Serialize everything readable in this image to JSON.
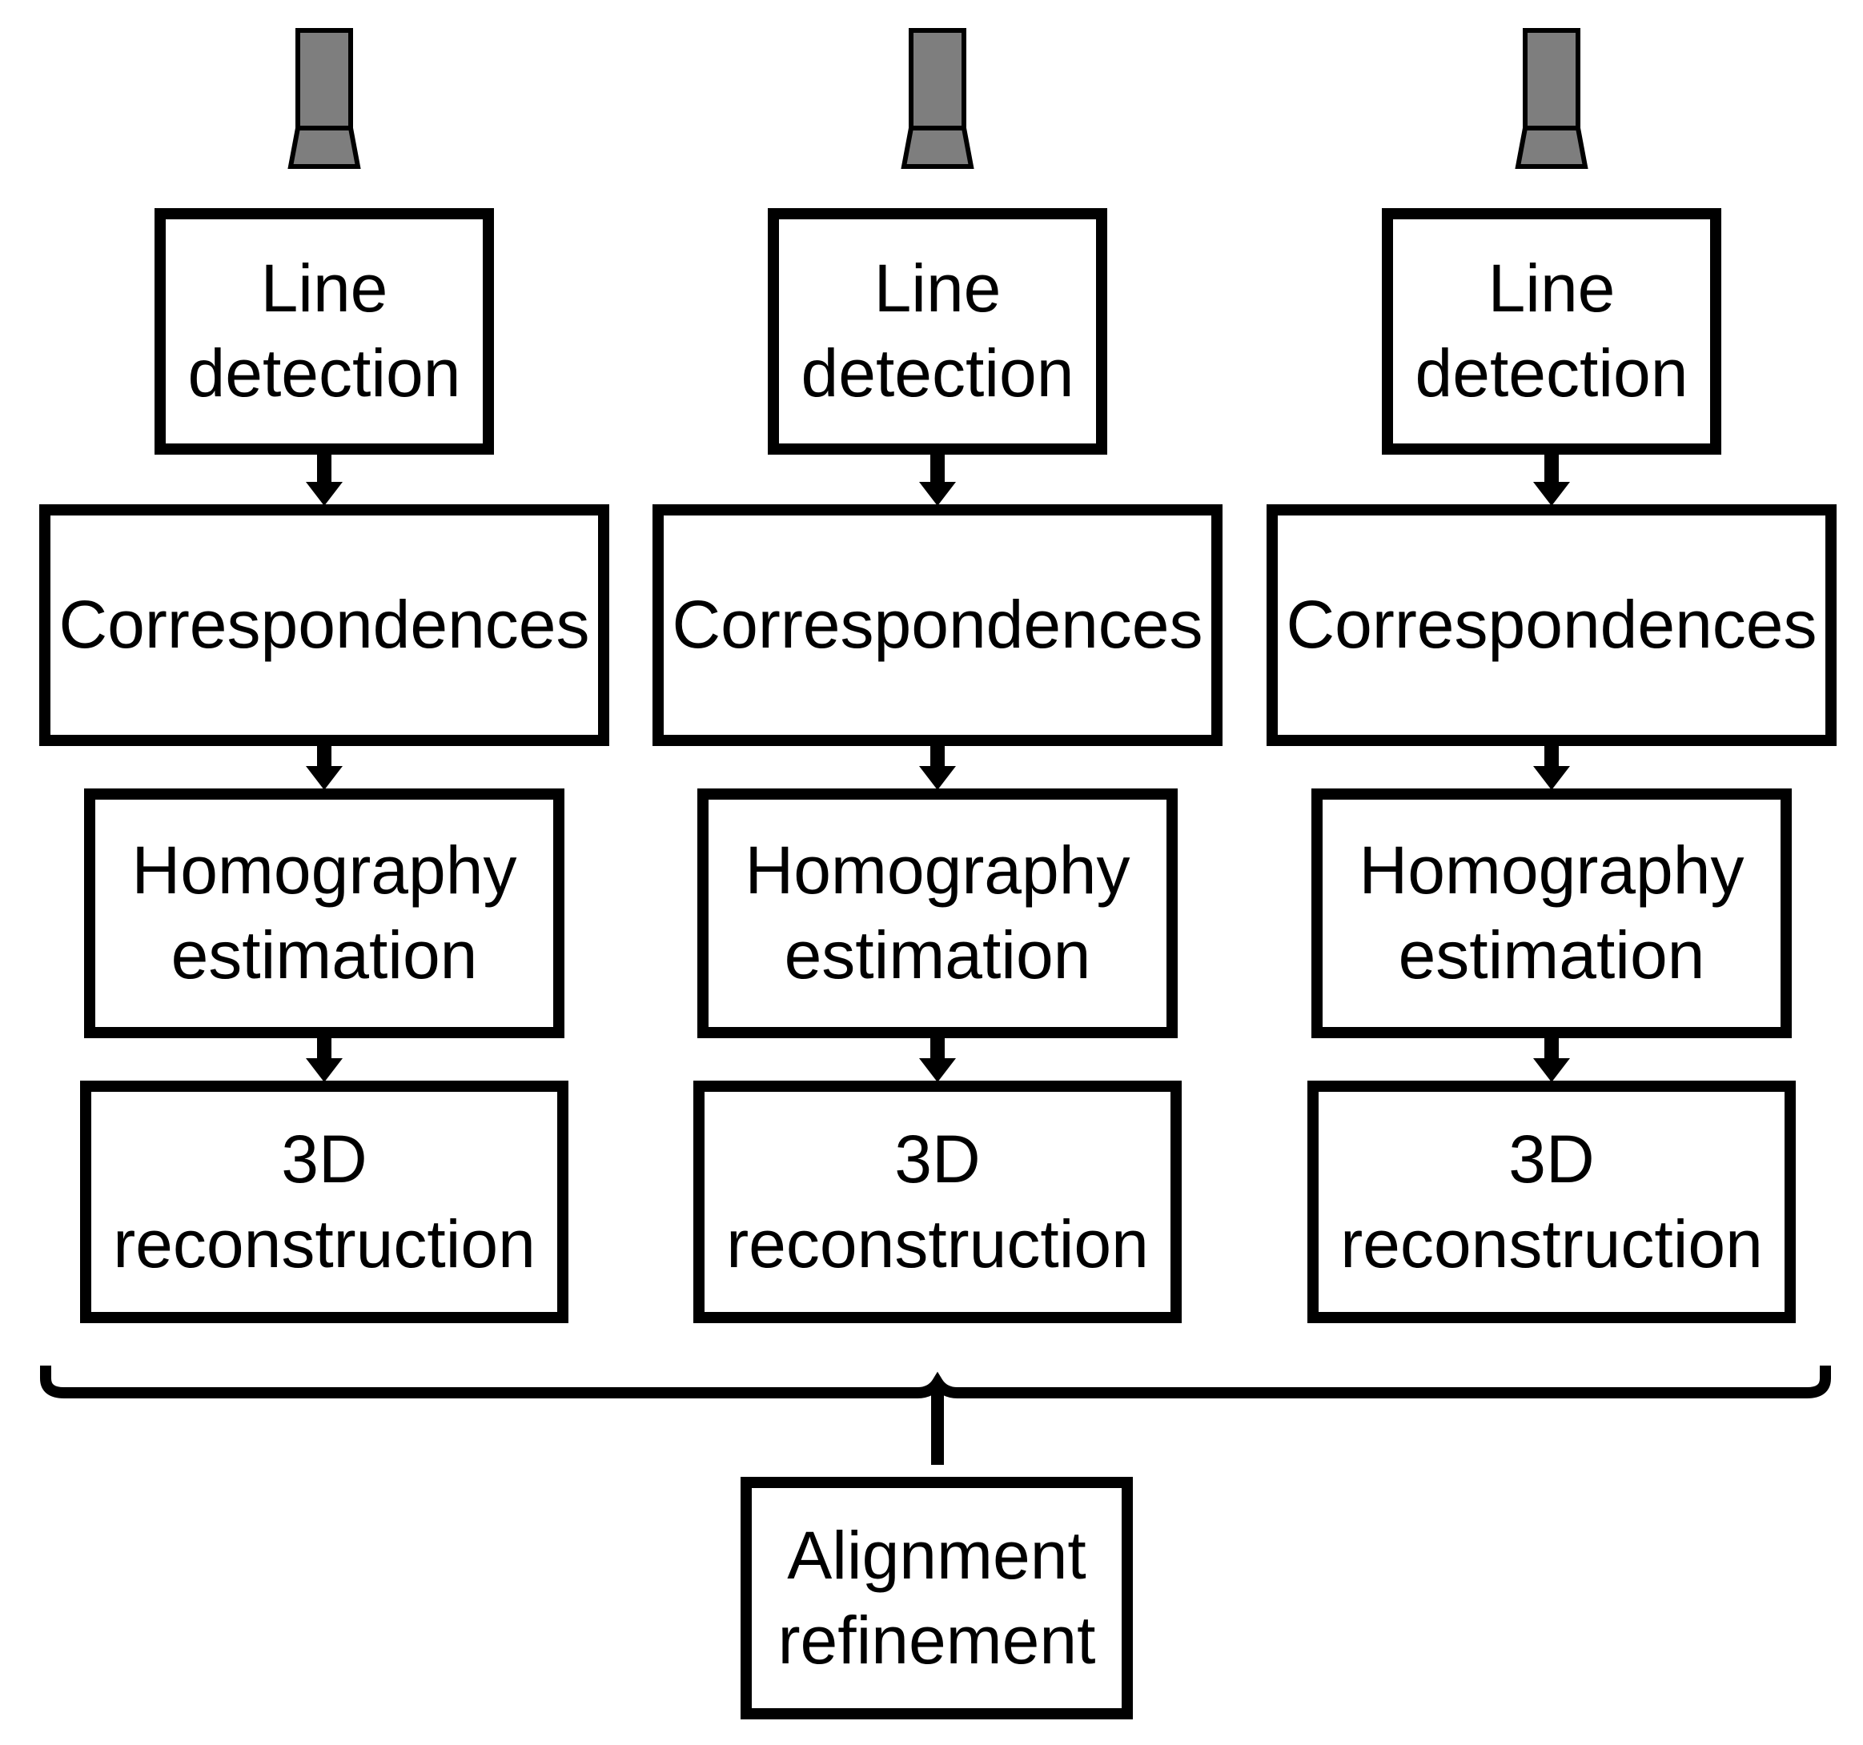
{
  "colors": {
    "background": "#ffffff",
    "line": "#000000",
    "camera_fill": "#7e7e7e"
  },
  "icons": {
    "camera": "camera-icon",
    "arrow": "down-arrow-icon",
    "brace": "merge-brace"
  },
  "columns": [
    {
      "camera_icon": "camera-icon",
      "steps": [
        "Line\ndetection",
        "Correspondences",
        "Homography\nestimation",
        "3D\nreconstruction"
      ]
    },
    {
      "camera_icon": "camera-icon",
      "steps": [
        "Line\ndetection",
        "Correspondences",
        "Homography\nestimation",
        "3D\nreconstruction"
      ]
    },
    {
      "camera_icon": "camera-icon",
      "steps": [
        "Line\ndetection",
        "Correspondences",
        "Homography\nestimation",
        "3D\nreconstruction"
      ]
    }
  ],
  "merge_step": "Alignment\nrefinement"
}
